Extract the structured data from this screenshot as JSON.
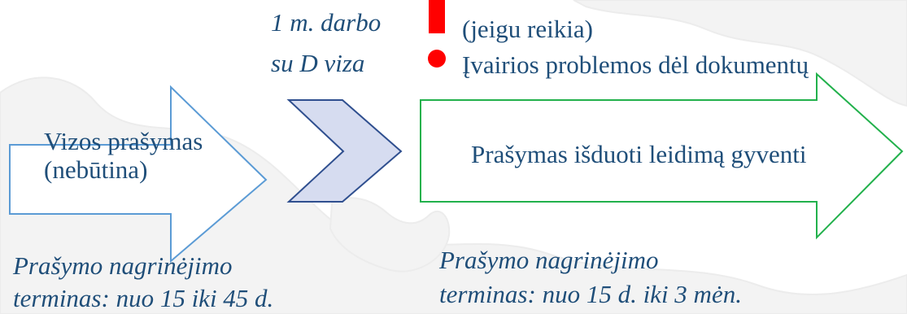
{
  "diagram": {
    "colors": {
      "text": "#1f4e79",
      "blue_outline": "#5b9bd5",
      "green_outline": "#22b14c",
      "chevron_fill": "#d6dcf0",
      "chevron_stroke": "#2f4f8f",
      "alert_red": "#ff0000",
      "background_map": "#f3f3f3"
    },
    "steps": [
      {
        "line1": "Vizos prašymas",
        "line2": "(nebūtina)"
      },
      {
        "line1": "Prašymas išduoti leidimą gyventi"
      }
    ],
    "chevron_note": {
      "line1": "1 m. darbo",
      "line2": "su D viza"
    },
    "issues": {
      "line1": "(jeigu reikia)",
      "line2": "Įvairios problemos dėl dokumentų"
    },
    "captions": [
      {
        "line1": "Prašymo nagrinėjimo",
        "line2": "terminas: nuo 15 iki 45 d."
      },
      {
        "line1": "Prašymo nagrinėjimo",
        "line2": "terminas: nuo 15 d. iki 3 mėn."
      }
    ],
    "icons": {
      "step_one": "blue-outline-arrow",
      "step_two": "blue-chevron",
      "step_three": "green-outline-arrow",
      "alert": "red-exclamation-icon",
      "bullet": "red-dot-icon"
    }
  }
}
